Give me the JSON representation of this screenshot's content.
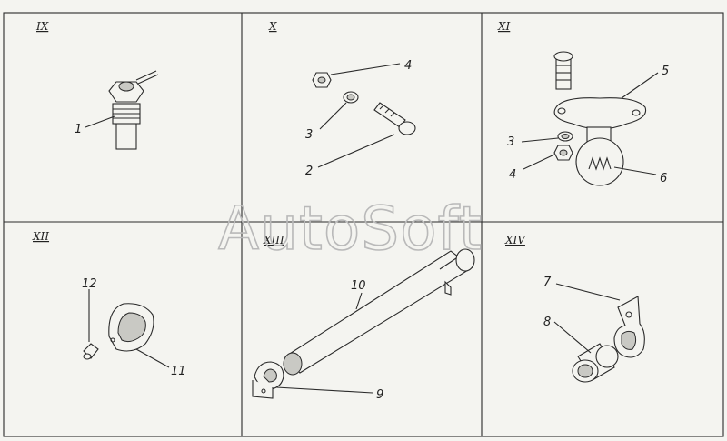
{
  "watermark": "AutoSoft",
  "panels": {
    "p1": {
      "roman": "IX"
    },
    "p2": {
      "roman": "X"
    },
    "p3": {
      "roman": "XI"
    },
    "p4": {
      "roman": "XII"
    },
    "p5": {
      "roman": "XIII"
    },
    "p6": {
      "roman": "XIV"
    }
  },
  "callouts": {
    "c1": "1",
    "c2": "2",
    "c3a": "3",
    "c3b": "3",
    "c4a": "4",
    "c4b": "4",
    "c5": "5",
    "c6": "6",
    "c7": "7",
    "c8": "8",
    "c9": "9",
    "c10": "10",
    "c11": "11",
    "c12": "12"
  }
}
